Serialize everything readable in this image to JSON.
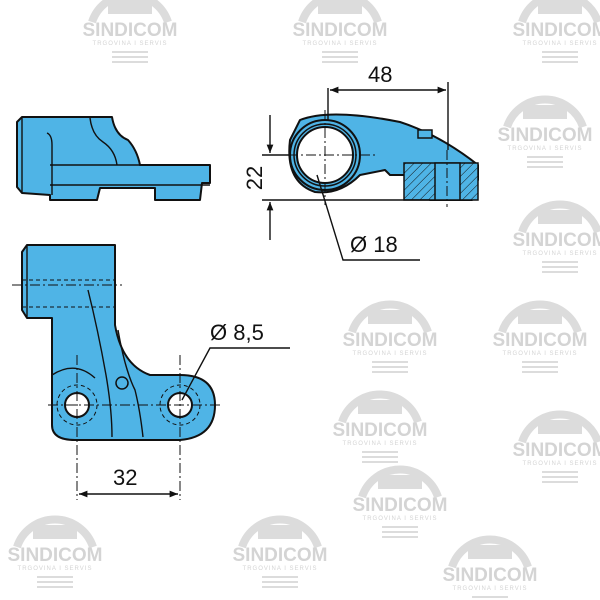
{
  "watermark": {
    "title": "SINDICOM",
    "subtitle": "TRGOVINA I SERVIS"
  },
  "dimensions": {
    "width_top": "48",
    "height_top": "22",
    "bore_diameter": "Ø 18",
    "hole_diameter": "Ø 8,5",
    "hole_spacing": "32"
  },
  "colors": {
    "part": "#4fb4e6",
    "watermark": "#d4d4d4"
  }
}
